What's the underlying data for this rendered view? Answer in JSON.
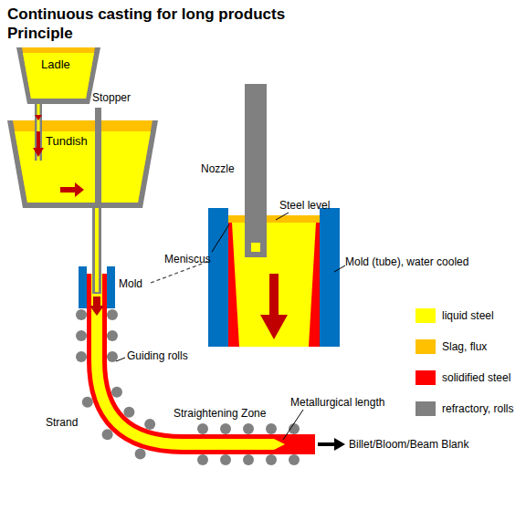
{
  "diagram": {
    "title": "Continuous casting for long products",
    "nodes": [
      {
        "text": [
          "Ladle"
        ]
      },
      {
        "text": [
          "Tundish"
        ]
      }
    ],
    "edges": [
      {
        "from": 0,
        "to": 1,
        "arrow": "to"
      }
    ],
    "labels": [
      "Principle",
      "Stopper",
      "Mold",
      "Guiding rolls",
      "Strand",
      "Straightening Zone",
      "Metallurgical length",
      "Billet/Bloom/Beam Blank",
      "Nozzle",
      "Steel level",
      "Meniscus",
      "Mold (tube), water cooled"
    ],
    "legend": [
      {
        "text": "liquid steel",
        "color": "#ffff00"
      },
      {
        "text": "Slag, flux",
        "color": "#ffc000"
      },
      {
        "text": "solidified steel",
        "color": "#ff0000"
      },
      {
        "text": "refractory, rolls",
        "color": "#808080"
      }
    ]
  }
}
